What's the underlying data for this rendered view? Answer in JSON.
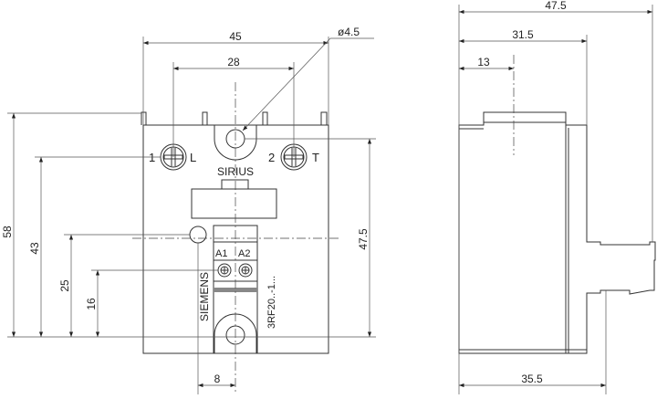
{
  "front_view": {
    "brand_series": "SIRIUS",
    "manufacturer": "SIEMENS",
    "model": "3RF20..-1...",
    "terminal_labels": {
      "t1_num": "1",
      "t1_name": "L",
      "t2_num": "2",
      "t2_name": "T",
      "a1": "A1",
      "a2": "A2"
    },
    "dimensions": {
      "width": "45",
      "screw_spacing": "28",
      "hole": "ø4.5",
      "height": "58",
      "screw_height": "43",
      "centre_height": "25",
      "control_height": "16",
      "hole_height": "47.5",
      "hole_offset": "8"
    }
  },
  "side_view": {
    "dimensions": {
      "depth": "47.5",
      "depth_body": "31.5",
      "hole_offset": "13",
      "base_depth": "35.5"
    }
  }
}
